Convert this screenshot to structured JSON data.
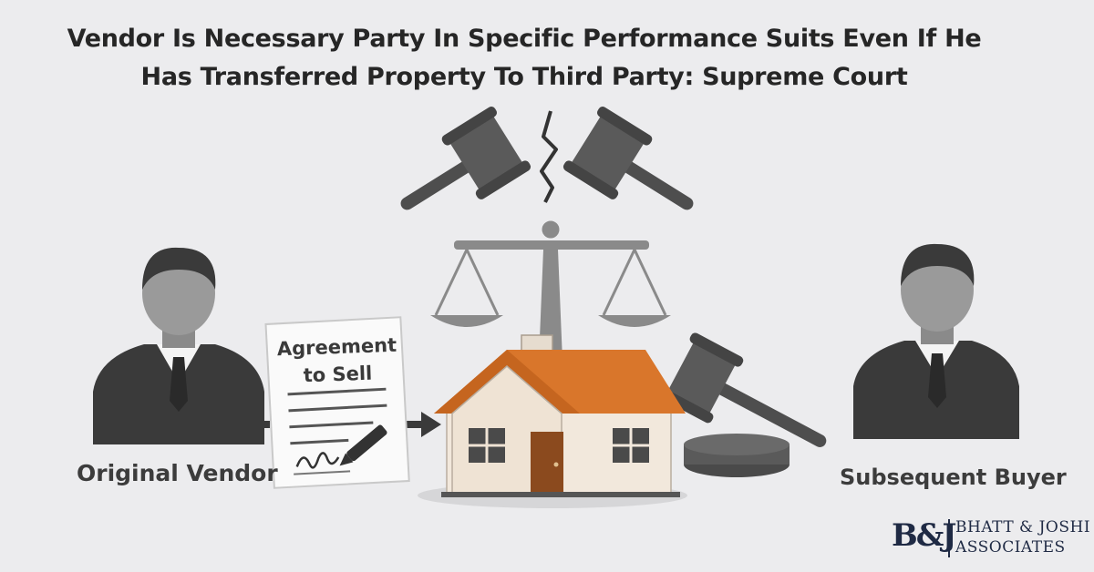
{
  "headline": {
    "line1": "Vendor Is Necessary Party In Specific Performance Suits Even If He",
    "line2": "Has Transferred Property To Third Party: Supreme Court"
  },
  "document": {
    "title_line1": "Agreement",
    "title_line2": "to Sell"
  },
  "labels": {
    "vendor": "Original Vendor",
    "buyer": "Subsequent Buyer"
  },
  "logo": {
    "mark": "B&J",
    "line1": "BHATT & JOSHI",
    "line2": "ASSOCIATES"
  },
  "icons": [
    "broken-gavels-icon",
    "scales-of-justice-icon",
    "person-icon",
    "document-icon",
    "pen-icon",
    "arrow-icon",
    "house-icon",
    "gavel-icon"
  ],
  "colors": {
    "background": "#ececee",
    "text": "#262626",
    "roof": "#d9762b",
    "house_wall": "#f2e8dc",
    "door": "#8b4a1e",
    "suit": "#3a3a3a",
    "logo": "#1f2a44"
  }
}
